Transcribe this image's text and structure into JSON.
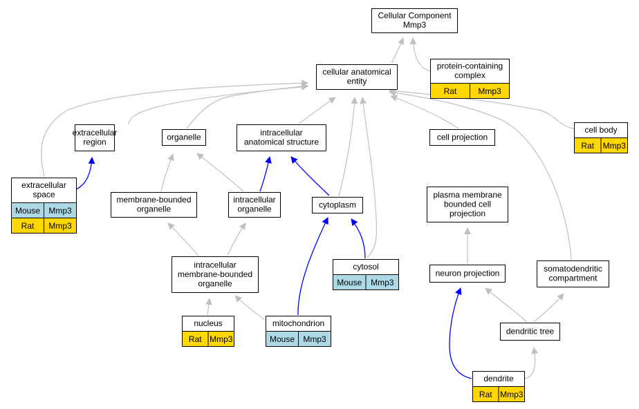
{
  "colors": {
    "rat": "#ffd700",
    "mouse": "#add8e6",
    "is_a_edge": "#c0c0c0",
    "part_of_edge": "#0000ff"
  },
  "nodes": {
    "root": {
      "lines": [
        "Cellular Component",
        "Mmp3"
      ]
    },
    "protein_complex": {
      "lines": [
        "protein-containing",
        "complex"
      ],
      "rows": [
        [
          "Rat",
          "Mmp3"
        ]
      ]
    },
    "anatomical_entity": {
      "lines": [
        "cellular anatomical",
        "entity"
      ]
    },
    "extracellular_region": {
      "lines": [
        "extracellular",
        "region"
      ]
    },
    "organelle": {
      "lines": [
        "organelle"
      ]
    },
    "intracellular_structure": {
      "lines": [
        "intracellular",
        "anatomical structure"
      ]
    },
    "cell_projection": {
      "lines": [
        "cell projection"
      ]
    },
    "cell_body": {
      "lines": [
        "cell body"
      ],
      "rows": [
        [
          "Rat",
          "Mmp3"
        ]
      ]
    },
    "extracellular_space": {
      "lines": [
        "extracellular",
        "space"
      ],
      "rows": [
        [
          "Mouse",
          "Mmp3"
        ],
        [
          "Rat",
          "Mmp3"
        ]
      ]
    },
    "membrane_bounded_organelle": {
      "lines": [
        "membrane-bounded",
        "organelle"
      ]
    },
    "intracellular_organelle": {
      "lines": [
        "intracellular",
        "organelle"
      ]
    },
    "cytoplasm": {
      "lines": [
        "cytoplasm"
      ]
    },
    "plasma_membrane_projection": {
      "lines": [
        "plasma membrane",
        "bounded cell",
        "projection"
      ]
    },
    "intracellular_membrane_organelle": {
      "lines": [
        "intracellular",
        "membrane-bounded",
        "organelle"
      ]
    },
    "cytosol": {
      "lines": [
        "cytosol"
      ],
      "rows": [
        [
          "Mouse",
          "Mmp3"
        ]
      ]
    },
    "neuron_projection": {
      "lines": [
        "neuron projection"
      ]
    },
    "somatodendritic": {
      "lines": [
        "somatodendritic",
        "compartment"
      ]
    },
    "nucleus": {
      "lines": [
        "nucleus"
      ],
      "rows": [
        [
          "Rat",
          "Mmp3"
        ]
      ]
    },
    "mitochondrion": {
      "lines": [
        "mitochondrion"
      ],
      "rows": [
        [
          "Mouse",
          "Mmp3"
        ]
      ]
    },
    "dendritic_tree": {
      "lines": [
        "dendritic tree"
      ]
    },
    "dendrite": {
      "lines": [
        "dendrite"
      ],
      "rows": [
        [
          "Rat",
          "Mmp3"
        ]
      ]
    }
  },
  "edges": [
    {
      "from": "protein_complex",
      "to": "root",
      "kind": "is_a"
    },
    {
      "from": "anatomical_entity",
      "to": "root",
      "kind": "is_a"
    },
    {
      "from": "extracellular_region",
      "to": "anatomical_entity",
      "kind": "is_a"
    },
    {
      "from": "extracellular_space",
      "to": "anatomical_entity",
      "kind": "is_a"
    },
    {
      "from": "organelle",
      "to": "anatomical_entity",
      "kind": "is_a"
    },
    {
      "from": "intracellular_structure",
      "to": "anatomical_entity",
      "kind": "is_a"
    },
    {
      "from": "cytoplasm",
      "to": "anatomical_entity",
      "kind": "is_a"
    },
    {
      "from": "cytosol",
      "to": "anatomical_entity",
      "kind": "is_a"
    },
    {
      "from": "cell_projection",
      "to": "anatomical_entity",
      "kind": "is_a"
    },
    {
      "from": "somatodendritic",
      "to": "anatomical_entity",
      "kind": "is_a"
    },
    {
      "from": "cell_body",
      "to": "anatomical_entity",
      "kind": "is_a"
    },
    {
      "from": "extracellular_space",
      "to": "extracellular_region",
      "kind": "part_of"
    },
    {
      "from": "membrane_bounded_organelle",
      "to": "organelle",
      "kind": "is_a"
    },
    {
      "from": "intracellular_organelle",
      "to": "organelle",
      "kind": "is_a"
    },
    {
      "from": "intracellular_organelle",
      "to": "intracellular_structure",
      "kind": "part_of"
    },
    {
      "from": "cytoplasm",
      "to": "intracellular_structure",
      "kind": "part_of"
    },
    {
      "from": "intracellular_membrane_organelle",
      "to": "membrane_bounded_organelle",
      "kind": "is_a"
    },
    {
      "from": "intracellular_membrane_organelle",
      "to": "intracellular_organelle",
      "kind": "is_a"
    },
    {
      "from": "nucleus",
      "to": "intracellular_membrane_organelle",
      "kind": "is_a"
    },
    {
      "from": "mitochondrion",
      "to": "intracellular_membrane_organelle",
      "kind": "is_a"
    },
    {
      "from": "mitochondrion",
      "to": "cytoplasm",
      "kind": "part_of"
    },
    {
      "from": "cytosol",
      "to": "cytoplasm",
      "kind": "part_of"
    },
    {
      "from": "plasma_membrane_projection",
      "to": "cell_projection",
      "kind": "is_a"
    },
    {
      "from": "neuron_projection",
      "to": "plasma_membrane_projection",
      "kind": "is_a"
    },
    {
      "from": "dendritic_tree",
      "to": "neuron_projection",
      "kind": "is_a"
    },
    {
      "from": "dendritic_tree",
      "to": "somatodendritic",
      "kind": "part_of"
    },
    {
      "from": "dendrite",
      "to": "neuron_projection",
      "kind": "is_a"
    },
    {
      "from": "dendrite",
      "to": "dendritic_tree",
      "kind": "part_of"
    }
  ]
}
